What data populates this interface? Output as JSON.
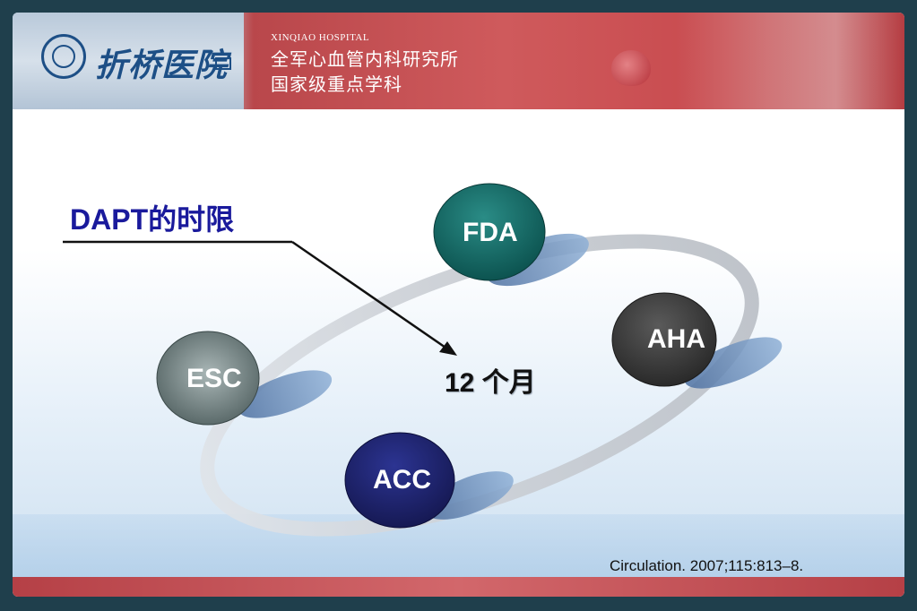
{
  "header": {
    "logo_text": "折桥医院",
    "hospital_en": "XINQIAO HOSPITAL",
    "line1": "全军心血管内科研究所",
    "line2": "国家级重点学科"
  },
  "diagram": {
    "title": "DAPT的时限",
    "center_label": "12 个月",
    "nodes": [
      {
        "label": "FDA",
        "color": "#0e6a67"
      },
      {
        "label": "AHA",
        "color": "#3a3a3a"
      },
      {
        "label": "ESC",
        "color": "#5a6a6a"
      },
      {
        "label": "ACC",
        "color": "#1c1f6e"
      }
    ]
  },
  "footer": {
    "citation": "Circulation. 2007;115:813–8."
  },
  "colors": {
    "title_blue": "#1a1a9c",
    "header_red": "#c84a4e",
    "logo_blue": "#1d4f86"
  }
}
